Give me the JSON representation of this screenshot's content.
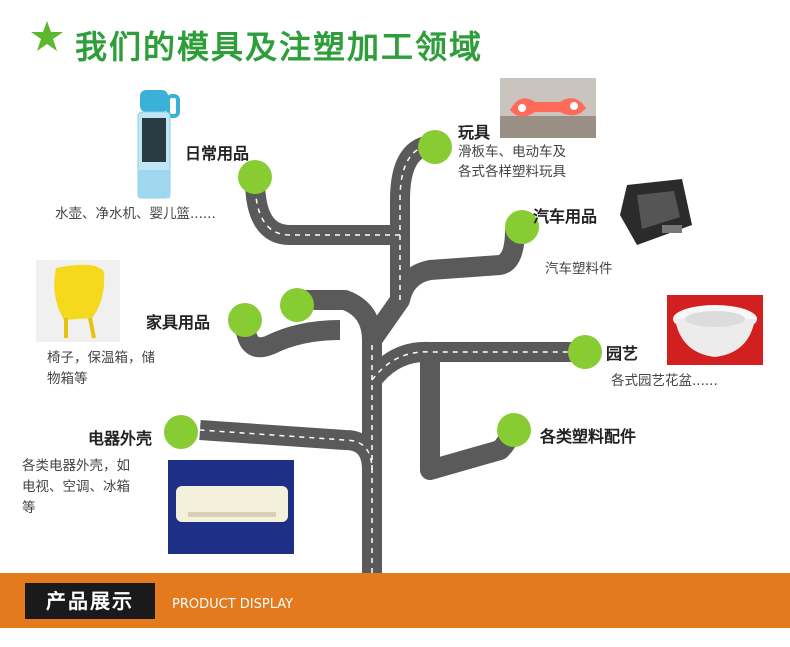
{
  "header": {
    "title": "我们的模具及注塑加工领域"
  },
  "categories": [
    {
      "label": "日常用品",
      "desc": "水壶、净水机、婴儿篮......"
    },
    {
      "label": "玩具",
      "desc_line1": "滑板车、电动车及",
      "desc_line2": "各式各样塑料玩具"
    },
    {
      "label": "汽车用品",
      "desc": "汽车塑料件"
    },
    {
      "label": "家具用品",
      "desc_line1": "椅子，保温箱，储",
      "desc_line2": "物箱等"
    },
    {
      "label": "园艺",
      "desc": "各式园艺花盆......"
    },
    {
      "label": "电器外壳",
      "desc_line1": "各类电器外壳，如",
      "desc_line2": "电视、空调、冰箱",
      "desc_line3": "等"
    },
    {
      "label": "各类塑料配件"
    }
  ],
  "footer": {
    "label": "产品展示",
    "english": "PRODUCT DISPLAY"
  },
  "colors": {
    "title_green": "#2e9e3a",
    "dot_green": "#88cc33",
    "road_gray": "#5a5a5a",
    "banner_orange": "#e37a1d"
  }
}
